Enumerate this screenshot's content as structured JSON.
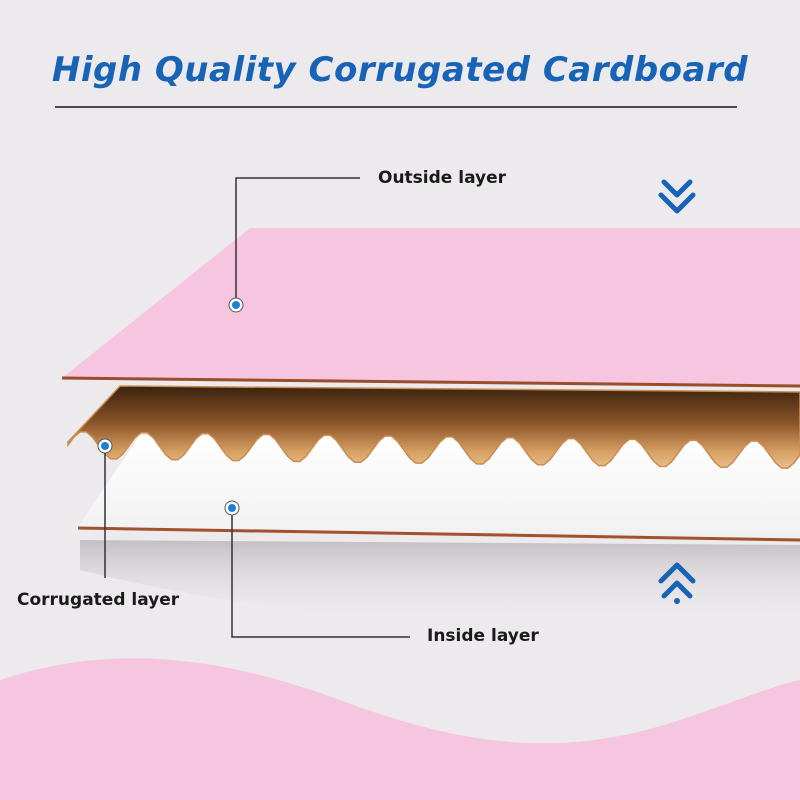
{
  "title": "High Quality Corrugated Cardboard",
  "labels": {
    "outside": "Outside layer",
    "corrugated": "Corrugated layer",
    "inside": "Inside layer"
  },
  "icons": {
    "top": "chevron-double-down-icon",
    "bottom": "chevron-double-up-icon"
  },
  "colors": {
    "title": "#1763b5",
    "outside_layer": "#f6c6e1",
    "corrugated_layer": "#d8a064",
    "inside_layer": "#ffffff",
    "marker": "#1e7fd6",
    "arrows": "#1763b5"
  }
}
